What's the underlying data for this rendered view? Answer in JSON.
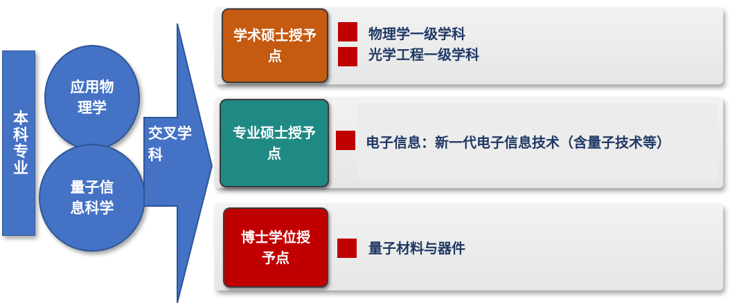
{
  "undergrad": {
    "label": "本科专业"
  },
  "majors": [
    {
      "label": "应用物理学"
    },
    {
      "label": "量子信息科学"
    }
  ],
  "arrow": {
    "label": "交叉学科"
  },
  "degrees": [
    {
      "label": "学术硕士授予点",
      "color": "#c55a11",
      "items": [
        "物理学一级学科",
        "光学工程一级学科"
      ]
    },
    {
      "label": "专业硕士授予点",
      "color": "#1f8a84",
      "items": [
        "电子信息：新一代电子信息技术（含量子技术等）"
      ]
    },
    {
      "label": "博士学位授予点",
      "color": "#c00000",
      "items": [
        "量子材料与器件"
      ]
    }
  ],
  "colors": {
    "blue": "#4472c4",
    "text": "#1f3864",
    "marker": "#c00000"
  }
}
